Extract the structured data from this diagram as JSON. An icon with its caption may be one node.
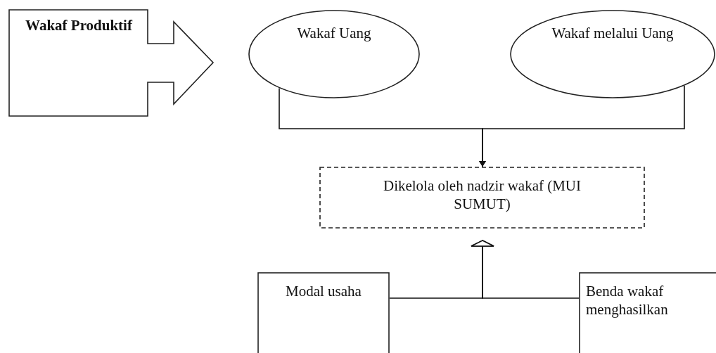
{
  "diagram": {
    "nodes": [
      {
        "text": [
          "Wakaf Produktif"
        ]
      },
      {
        "text": [
          "Wakaf Uang"
        ]
      },
      {
        "text": [
          "Wakaf melalui Uang"
        ]
      },
      {
        "text": [
          "Dikelola oleh nadzir wakaf (MUI SUMUT)"
        ]
      },
      {
        "text": [
          "Modal usaha"
        ]
      },
      {
        "text": [
          "Benda wakaf menghasilkan"
        ]
      }
    ],
    "edges": [
      {
        "from": 1,
        "to": 3,
        "arrow": "to"
      },
      {
        "from": 2,
        "to": 3,
        "arrow": "to"
      },
      {
        "from": 4,
        "to": 3,
        "arrow": "to"
      },
      {
        "from": 5,
        "to": 3,
        "arrow": "to"
      }
    ]
  }
}
